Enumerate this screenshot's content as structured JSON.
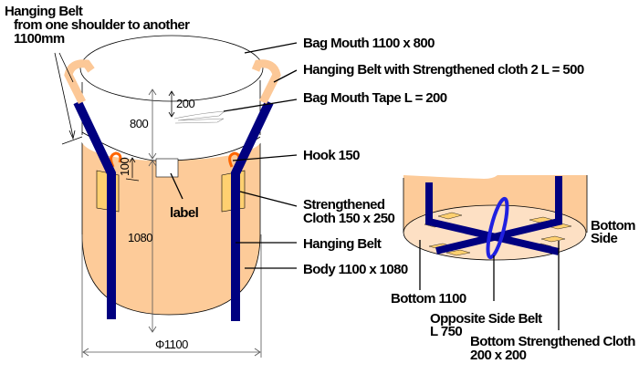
{
  "title_note": {
    "line1": "Hanging Belt",
    "line2": "from one shoulder to another",
    "line3": "1100mm"
  },
  "callouts": {
    "bag_mouth": "Bag Mouth 1100 x 800",
    "hanging_belt_strengthened": "Hanging Belt with Strengthened cloth 2  L = 500",
    "bag_mouth_tape": "Bag Mouth Tape L = 200",
    "hook": "Hook 150",
    "strengthened_cloth_line1": "Strengthened",
    "strengthened_cloth_line2": "Cloth 150 x 250",
    "hanging_belt": "Hanging Belt",
    "body": "Body 1100 x 1080",
    "label": "label",
    "bottom_side_line1": "Bottom",
    "bottom_side_line2": "Side",
    "bottom": "Bottom 1100",
    "opposite_belt_line1": "Opposite Side Belt",
    "opposite_belt_line2": "L 750",
    "bottom_cloth_line1": "Bottom Strengthened Cloth",
    "bottom_cloth_line2": "200 x 200"
  },
  "dimensions": {
    "mouth_height": "800",
    "tape_length": "200",
    "hook_height": "100",
    "body_height": "1080",
    "diameter": "Φ1100"
  },
  "colors": {
    "body": "#fdcb99",
    "bottom_face": "#fde0c4",
    "belt": "#000080",
    "opposite_belt": "#2020e0",
    "cloth": "#ffd070",
    "hook": "#ff6600",
    "loop": "#fcc897"
  }
}
